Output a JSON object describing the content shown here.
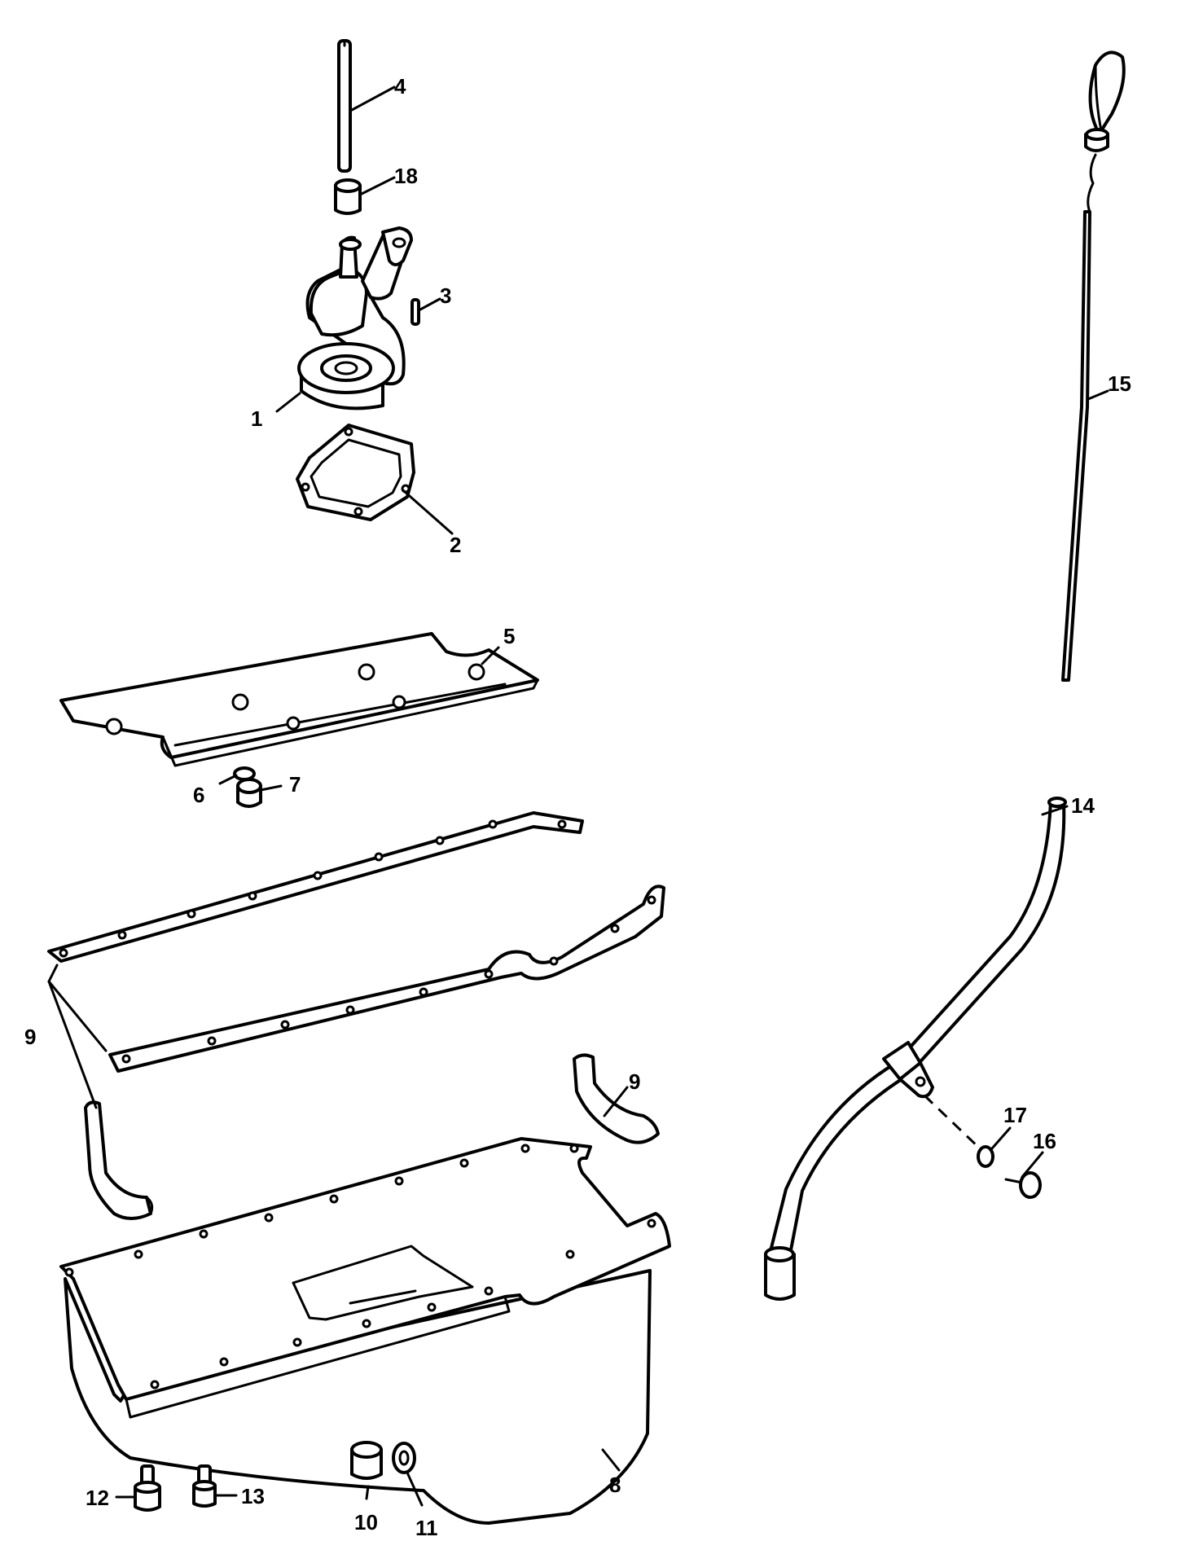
{
  "callouts": [
    {
      "id": "1",
      "label": "1"
    },
    {
      "id": "2",
      "label": "2"
    },
    {
      "id": "3",
      "label": "3"
    },
    {
      "id": "4",
      "label": "4"
    },
    {
      "id": "5",
      "label": "5"
    },
    {
      "id": "6",
      "label": "6"
    },
    {
      "id": "7",
      "label": "7"
    },
    {
      "id": "8",
      "label": "8"
    },
    {
      "id": "9a",
      "label": "9"
    },
    {
      "id": "9b",
      "label": "9"
    },
    {
      "id": "10",
      "label": "10"
    },
    {
      "id": "11",
      "label": "11"
    },
    {
      "id": "12",
      "label": "12"
    },
    {
      "id": "13",
      "label": "13"
    },
    {
      "id": "14",
      "label": "14"
    },
    {
      "id": "15",
      "label": "15"
    },
    {
      "id": "16",
      "label": "16"
    },
    {
      "id": "17",
      "label": "17"
    },
    {
      "id": "18",
      "label": "18"
    }
  ],
  "colors": {
    "line": "#000000",
    "background": "#ffffff"
  }
}
